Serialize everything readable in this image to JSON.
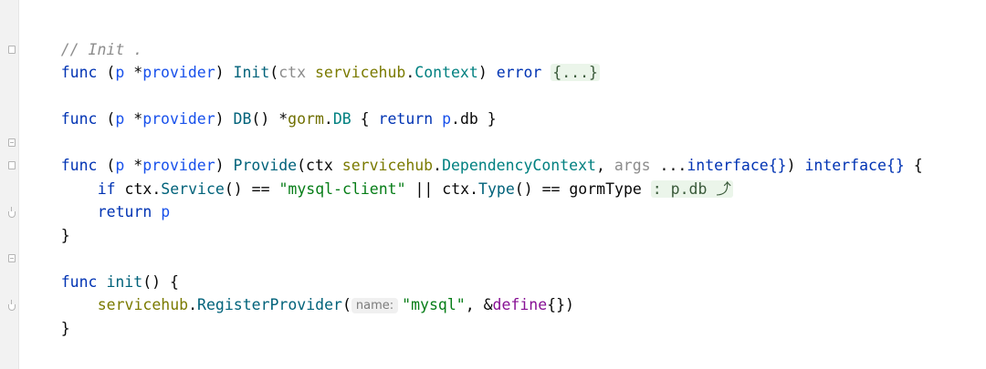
{
  "code": {
    "comment": "// Init .",
    "line_init": {
      "kw_func": "func",
      "recv_open": " (",
      "recv_var": "p",
      "recv_star": " *",
      "recv_type": "provider",
      "recv_close": ") ",
      "name": "Init",
      "args_open": "(",
      "arg_name": "ctx",
      "space": " ",
      "pkg": "servicehub",
      "dot": ".",
      "type": "Context",
      "args_close": ") ",
      "ret": "error",
      "sp2": " ",
      "folded": "{...}"
    },
    "line_db": {
      "kw_func": "func",
      "recv_open": " (",
      "recv_var": "p",
      "recv_star": " *",
      "recv_type": "provider",
      "recv_close": ") ",
      "name": "DB",
      "parens": "() ",
      "star": "*",
      "pkg": "gorm",
      "dot": ".",
      "type": "DB",
      "body_open": " { ",
      "kw_return": "return",
      "sp": " ",
      "var": "p",
      "field": ".db",
      "body_close": " }"
    },
    "line_provide": {
      "kw_func": "func",
      "recv_open": " (",
      "recv_var": "p",
      "recv_star": " *",
      "recv_type": "provider",
      "recv_close": ") ",
      "name": "Provide",
      "args_open": "(",
      "arg1": "ctx",
      "space": " ",
      "pkg": "servicehub",
      "dot": ".",
      "type1": "DependencyContext",
      "comma": ", ",
      "arg2": "args",
      "ellipsis": " ...",
      "type2": "interface{}",
      "args_close": ") ",
      "ret": "interface{}",
      "body_open": " {"
    },
    "line_if": {
      "kw_if": "if",
      "ctx1": " ctx.",
      "service": "Service",
      "parens1": "() == ",
      "str": "\"mysql-client\"",
      "or": " || ctx.",
      "type_call": "Type",
      "parens2": "() == gormType ",
      "hint": ": p.db ⤴"
    },
    "line_return": {
      "kw_return": "return",
      "sp": " ",
      "var": "p"
    },
    "close_brace": "}",
    "line_func_init": {
      "kw_func": "func",
      "sp": " ",
      "name": "init",
      "rest": "() {"
    },
    "line_register": {
      "pkg": "servicehub",
      "dot": ".",
      "call": "RegisterProvider",
      "open": "(",
      "param_hint": "name:",
      "str": "\"mysql\"",
      "comma": ", &",
      "define": "define",
      "close": "{})"
    }
  },
  "colors": {
    "keyword": "#0033b3",
    "function": "#00627a",
    "type_param": "#1750eb",
    "type": "#008080",
    "string": "#067d17",
    "comment": "#8c8c8c"
  }
}
